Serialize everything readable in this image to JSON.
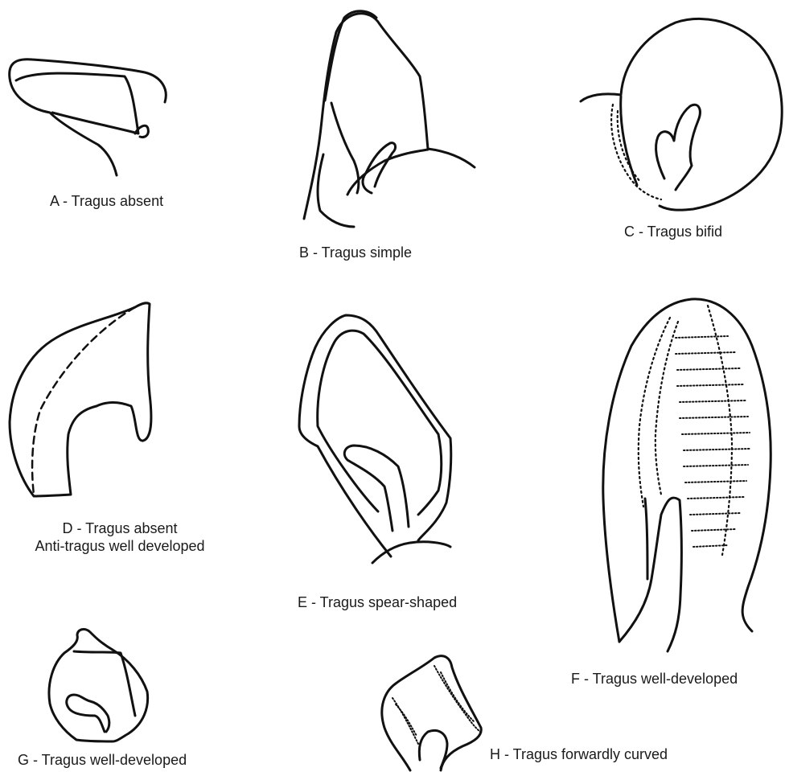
{
  "panels": [
    {
      "id": "A",
      "caption": [
        "A - Tragus absent"
      ]
    },
    {
      "id": "B",
      "caption": [
        "B - Tragus simple"
      ]
    },
    {
      "id": "C",
      "caption": [
        "C - Tragus bifid"
      ]
    },
    {
      "id": "D",
      "caption": [
        "D - Tragus absent",
        "Anti-tragus well developed"
      ]
    },
    {
      "id": "E",
      "caption": [
        "E - Tragus spear-shaped"
      ]
    },
    {
      "id": "F",
      "caption": [
        "F - Tragus well-developed"
      ]
    },
    {
      "id": "G",
      "caption": [
        "G - Tragus well-developed"
      ]
    },
    {
      "id": "H",
      "caption": [
        "H - Tragus forwardly curved"
      ]
    }
  ],
  "colors": {
    "ink": "#111111",
    "text": "#1a1a1a",
    "background": "#ffffff"
  }
}
